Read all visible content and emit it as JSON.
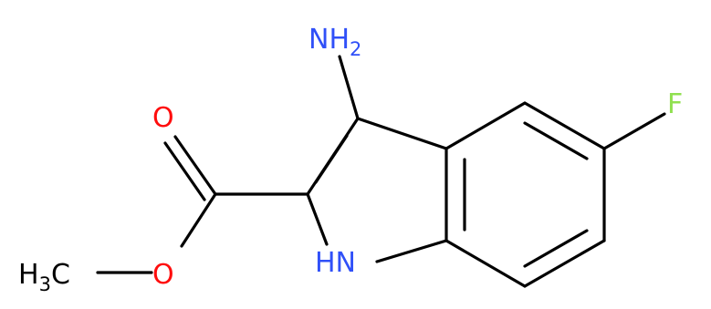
{
  "atoms": {
    "amine": {
      "main": "NH",
      "sub": "2",
      "color": "#3050F8"
    },
    "fluorine": {
      "main": "F",
      "color": "#90E050"
    },
    "carbonyl_oxygen": {
      "main": "O",
      "color": "#FF0D0D"
    },
    "ester_oxygen": {
      "main": "O",
      "color": "#FF0D0D"
    },
    "ring_nitrogen": {
      "main": "HN",
      "color": "#3050F8"
    },
    "methyl": {
      "main_prefix": "H",
      "sub": "3",
      "main_suffix": "C",
      "color": "#000000"
    }
  },
  "bond_color": "#000000"
}
